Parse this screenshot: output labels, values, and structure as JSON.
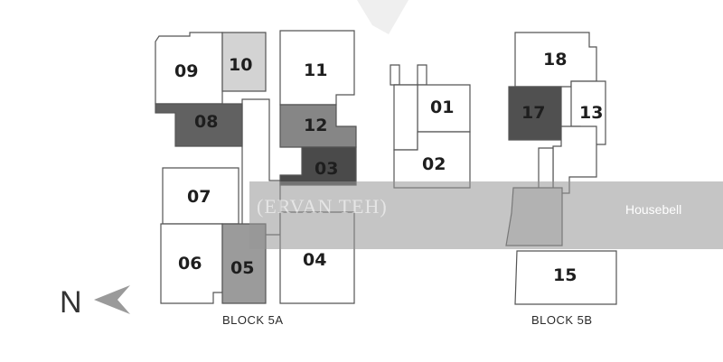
{
  "blocks": [
    {
      "name": "BLOCK 5A"
    },
    {
      "name": "BLOCK 5B"
    }
  ],
  "units": {
    "u01": {
      "label": "01",
      "shade": "#ffffff"
    },
    "u02": {
      "label": "02",
      "shade": "#ffffff"
    },
    "u03": {
      "label": "03",
      "shade": "#4a4a4a"
    },
    "u04": {
      "label": "04",
      "shade": "#ffffff"
    },
    "u05": {
      "label": "05",
      "shade": "#9b9b9b"
    },
    "u06": {
      "label": "06",
      "shade": "#ffffff"
    },
    "u07": {
      "label": "07",
      "shade": "#ffffff"
    },
    "u08": {
      "label": "08",
      "shade": "#616161"
    },
    "u09": {
      "label": "09",
      "shade": "#ffffff"
    },
    "u10": {
      "label": "10",
      "shade": "#d3d3d3"
    },
    "u11": {
      "label": "11",
      "shade": "#ffffff"
    },
    "u12": {
      "label": "12",
      "shade": "#868686"
    },
    "u13": {
      "label": "13",
      "shade": "#ffffff"
    },
    "u15": {
      "label": "15",
      "shade": "#ffffff"
    },
    "u17": {
      "label": "17",
      "shade": "#505050"
    },
    "u18": {
      "label": "18",
      "shade": "#ffffff"
    }
  },
  "compass": {
    "letter": "N",
    "icon": "north-arrow-icon"
  },
  "watermark": {
    "brand": "Housebell",
    "name": "(ERVAN TEH)"
  }
}
